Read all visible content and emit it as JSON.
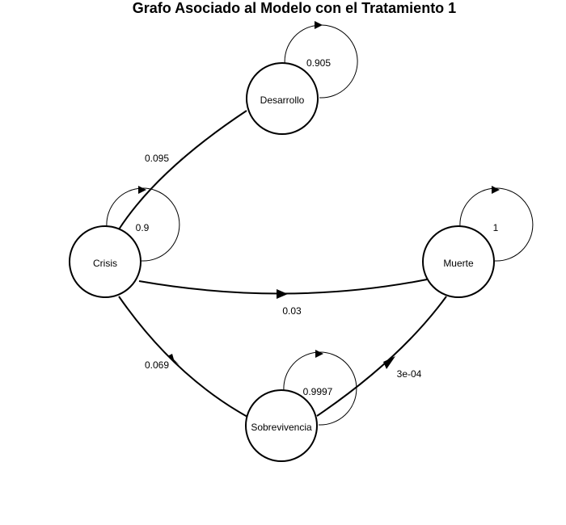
{
  "title": "Grafo Asociado al Modelo con el Tratamiento 1",
  "colors": {
    "stroke": "#000000",
    "background": "#ffffff"
  },
  "nodes": {
    "desarrollo": "Desarrollo",
    "crisis": "Crisis",
    "muerte": "Muerte",
    "sobrevivencia": "Sobrevivencia"
  },
  "edges": {
    "desarrollo_desarrollo": "0.905",
    "desarrollo_crisis": "0.095",
    "crisis_crisis": "0.9",
    "crisis_muerte": "0.03",
    "crisis_sobrevivencia": "0.069",
    "muerte_muerte": "1",
    "sobrevivencia_sobrevivencia": "0.9997",
    "sobrevivencia_muerte": "3e-04"
  }
}
